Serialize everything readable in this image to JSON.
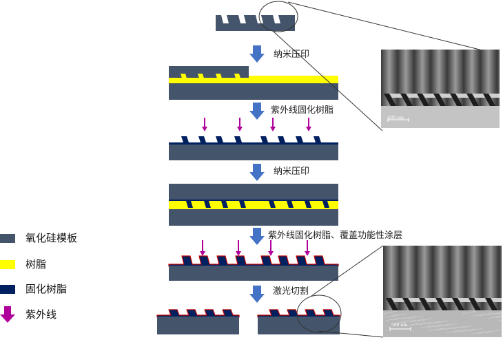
{
  "colors": {
    "template": "#44546a",
    "resin": "#ffff00",
    "cured_resin": "#002060",
    "uv": "#b0009a",
    "step_arrow": "#4472c4",
    "coating": "#c00000",
    "callout_line": "#333333"
  },
  "steps": [
    {
      "label": "纳米压印"
    },
    {
      "label": "紫外线固化树脂"
    },
    {
      "label": "纳米压印"
    },
    {
      "label": "紫外线固化树脂、覆盖功能性涂层"
    },
    {
      "label": "激光切割"
    }
  ],
  "legend": [
    {
      "label": "氧化硅模板",
      "swatch": "template",
      "icon": "rect-swatch"
    },
    {
      "label": "树脂",
      "swatch": "resin",
      "icon": "rect-swatch"
    },
    {
      "label": "固化树脂",
      "swatch": "cured_resin",
      "icon": "rect-swatch"
    },
    {
      "label": "紫外线",
      "swatch": "uv",
      "icon": "down-arrow-icon"
    }
  ],
  "sem_images": [
    {
      "scale_bar": "500 nm"
    },
    {
      "scale_bar": "500 nm"
    }
  ]
}
